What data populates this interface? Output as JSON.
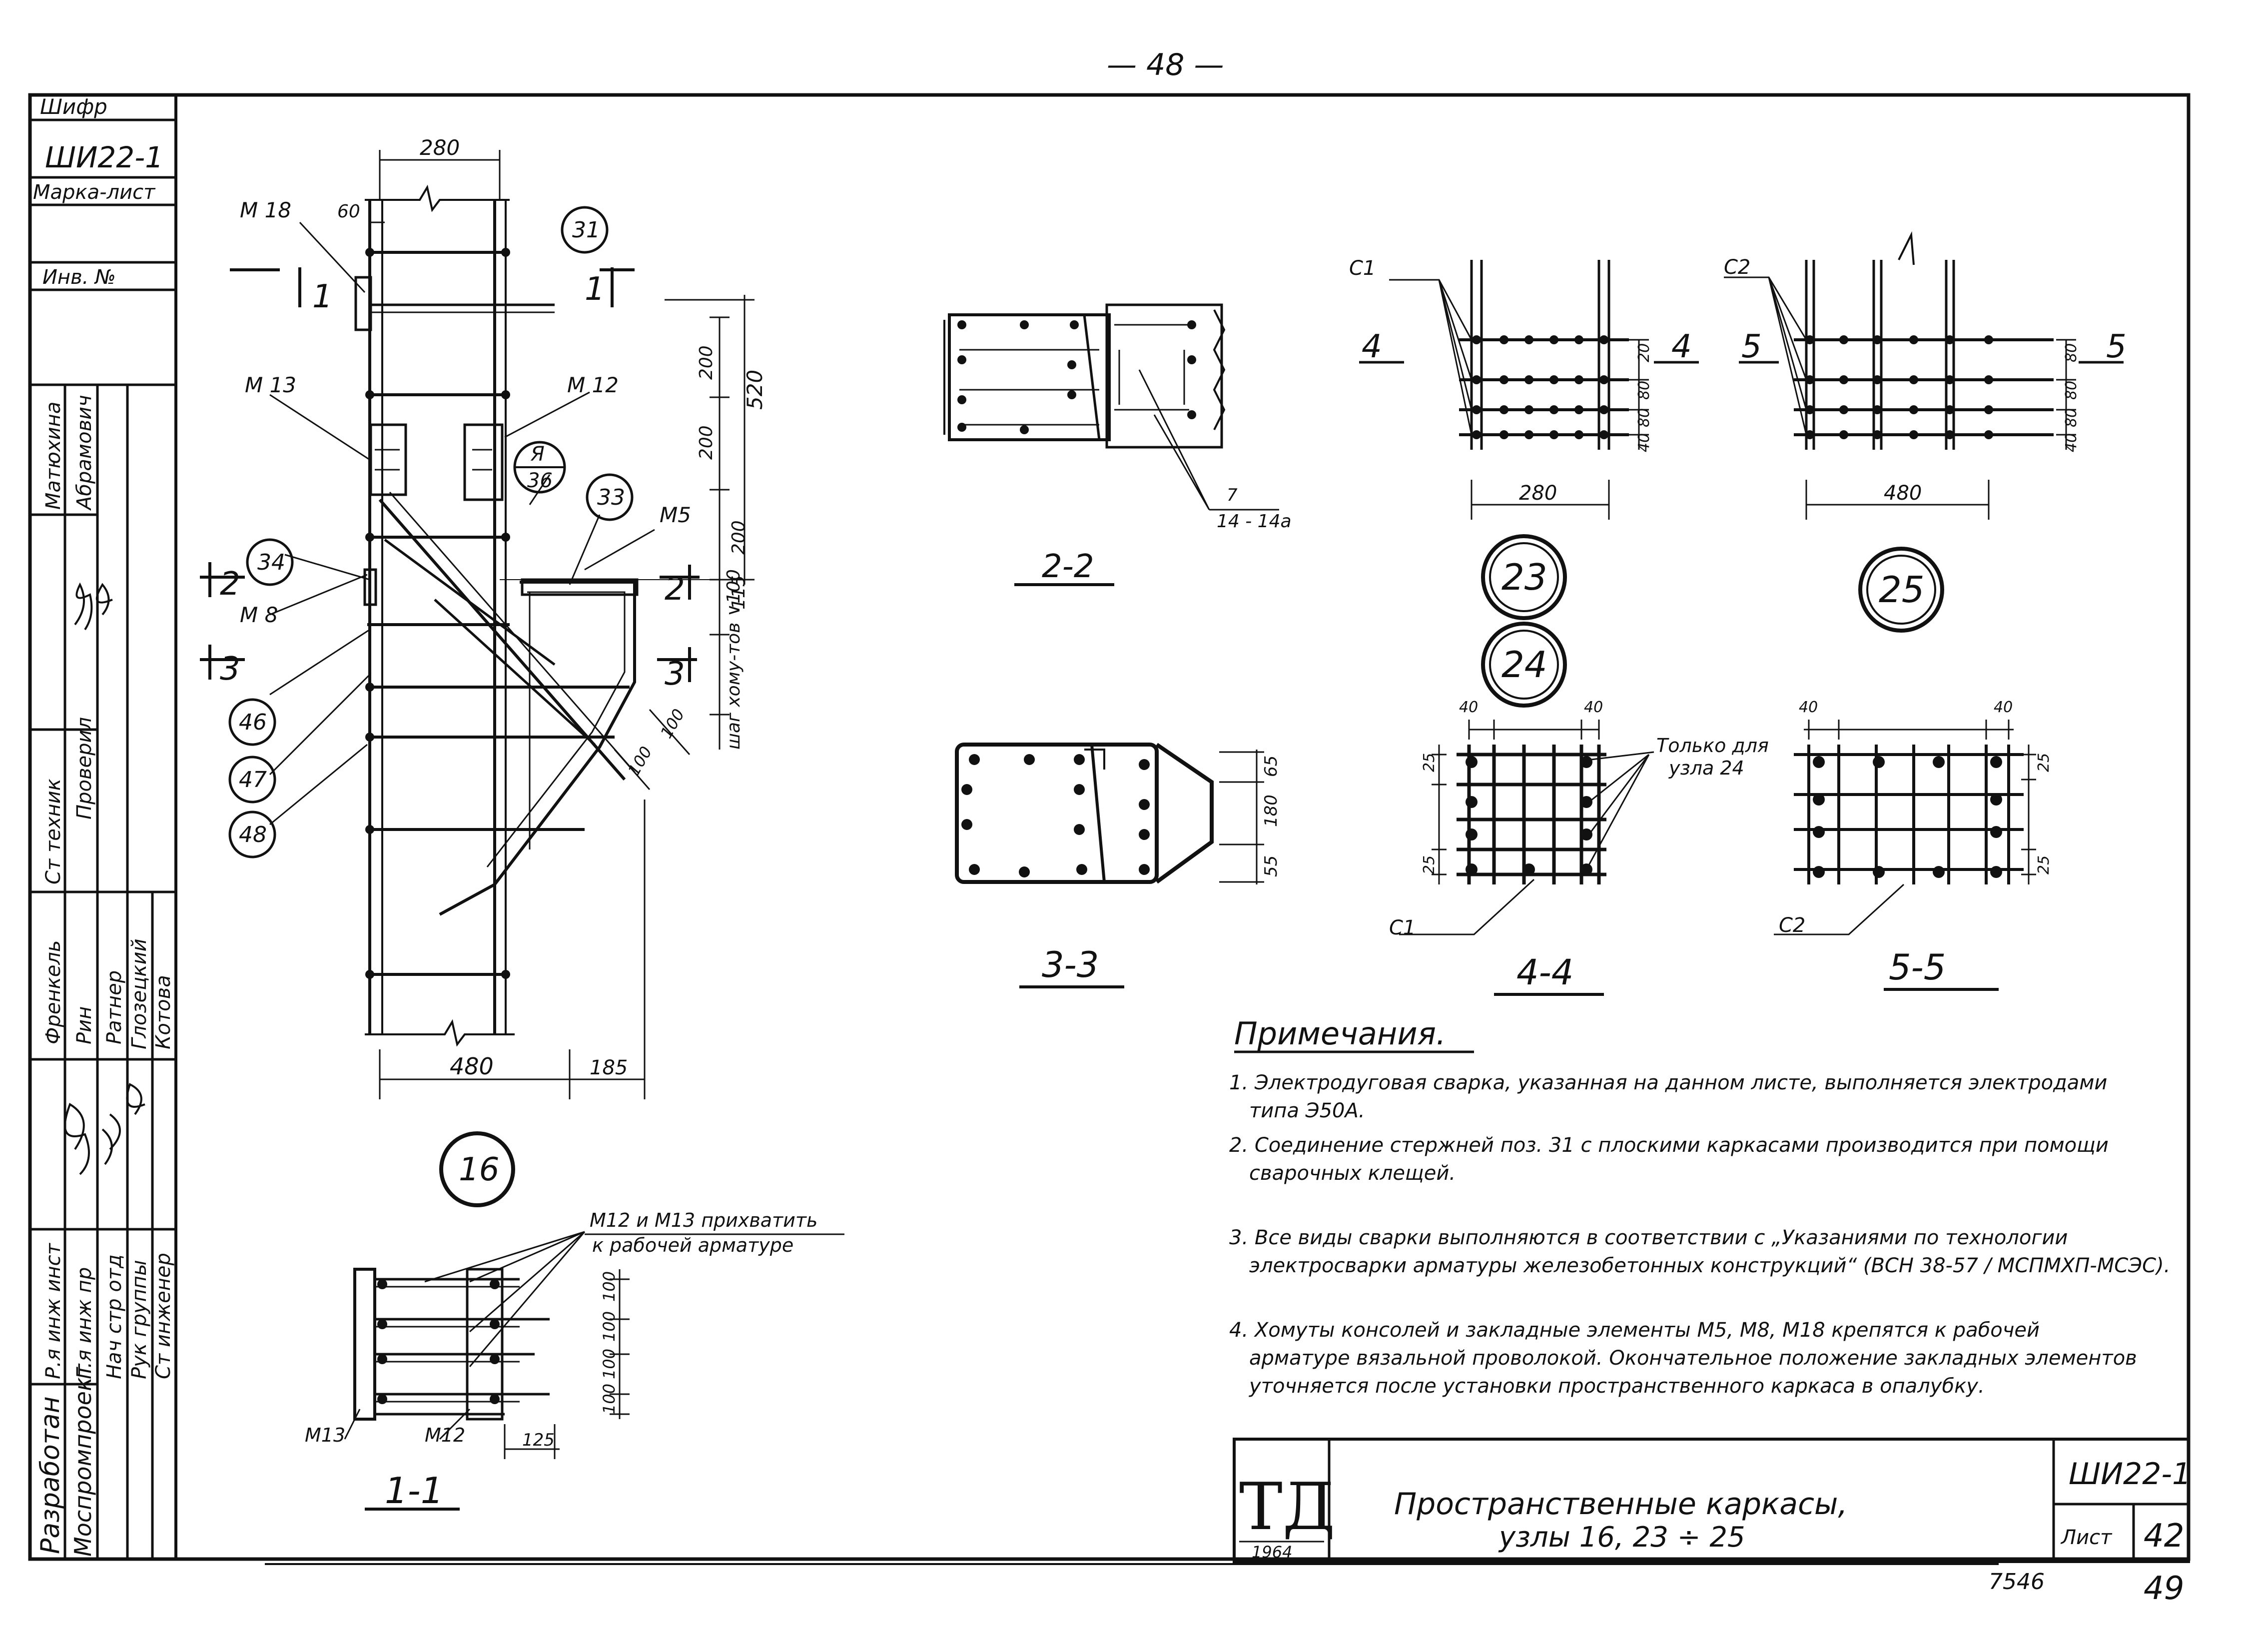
{
  "page_number_top": "— 48 —",
  "side_stamp": {
    "shifr_label": "Шифр",
    "shifr_value": "ШИ22-1",
    "marka_label": "Марка-лист",
    "inv_label": "Инв. №",
    "names_top": [
      "Матюхина",
      "Абрамович"
    ],
    "names_mid": [
      "Ст техник",
      "Проверил"
    ],
    "names_low": [
      "Френкель",
      "Рин",
      "Ратнер",
      "Глозецкий",
      "Котова"
    ],
    "roles": [
      "Р.я инж инст",
      "Г.я инж пр",
      "Нач стр отд",
      "Рук группы",
      "Ст инженер"
    ],
    "org_left": "Разработан",
    "org_right": "Моспромпроект"
  },
  "main_view": {
    "dims": {
      "top_width": "280",
      "left_offset": "60",
      "h520": "520",
      "h200a": "200",
      "h200b": "200",
      "h200c": "200",
      "h115": "115",
      "step_label": "шаг хому-тов ∨100",
      "d100a": "100",
      "d100b": "100",
      "bottom_480": "480",
      "bottom_185": "185"
    },
    "labels": {
      "m18": "М 18",
      "m13": "М 13",
      "m12": "М 12",
      "m5": "М5",
      "m8": "М 8",
      "section_1": "1",
      "section_2": "2",
      "section_3": "3",
      "ya_top": "Я",
      "ya_bottom": "36"
    },
    "callouts": [
      "31",
      "33",
      "34",
      "46",
      "47",
      "48"
    ],
    "node": "16"
  },
  "section_1_1": {
    "note": "М12 и М13 прихватить к рабочей арматуре",
    "dims": [
      "100",
      "100",
      "100",
      "100",
      "125"
    ],
    "m13": "М13",
    "m12": "М12",
    "title": "1-1"
  },
  "section_2_2": {
    "title": "2-2",
    "callout_top": "7",
    "callout_bottom": "14 - 14а"
  },
  "section_3_3": {
    "title": "3-3",
    "dims": [
      "65",
      "180",
      "55"
    ]
  },
  "node_23": {
    "c_label": "С1",
    "cut_left": "4",
    "cut_right": "4",
    "dims": [
      "20",
      "80",
      "80",
      "40"
    ],
    "width": "280",
    "nodes": [
      "23",
      "24"
    ]
  },
  "node_25": {
    "c_label": "С2",
    "cut_left": "5",
    "cut_right": "5",
    "dims": [
      "80",
      "80",
      "80",
      "40"
    ],
    "width": "480",
    "node": "25"
  },
  "section_4_4": {
    "dims_top": [
      "40",
      "40"
    ],
    "dims_side": [
      "25",
      "25"
    ],
    "note": "Только для узла 24",
    "c_label": "С1",
    "title": "4-4"
  },
  "section_5_5": {
    "dims_top": [
      "40",
      "40"
    ],
    "dims_side": [
      "25",
      "25"
    ],
    "c_label": "С2",
    "title": "5-5"
  },
  "notes": {
    "heading": "Примечания.",
    "items": [
      "1. Электродуговая сварка, указанная на данном листе, выполняется электродами типа Э50А.",
      "2. Соединение стержней поз. 31 с плоскими каркасами производится при помощи сварочных клещей.",
      "3. Все виды сварки выполняются в соответствии с „Указаниями по технологии электросварки арматуры железобетонных конструкций“ (ВСН 38-57 / МСПМХП-МСЭС).",
      "4. Хомуты консолей и закладные элементы М5, М8, М18 крепятся к рабочей арматуре вязальной проволокой. Окончательное положение закладных элементов уточняется после установки пространственного каркаса в опалубку."
    ]
  },
  "title_block": {
    "logo": "ТД",
    "logo_year": "1964",
    "title_line1": "Пространственные каркасы,",
    "title_line2": "узлы 16, 23 ÷ 25",
    "code": "ШИ22-1",
    "sheet_label": "Лист",
    "sheet_number": "42"
  },
  "footer": {
    "inventory": "7546",
    "page": "49"
  }
}
